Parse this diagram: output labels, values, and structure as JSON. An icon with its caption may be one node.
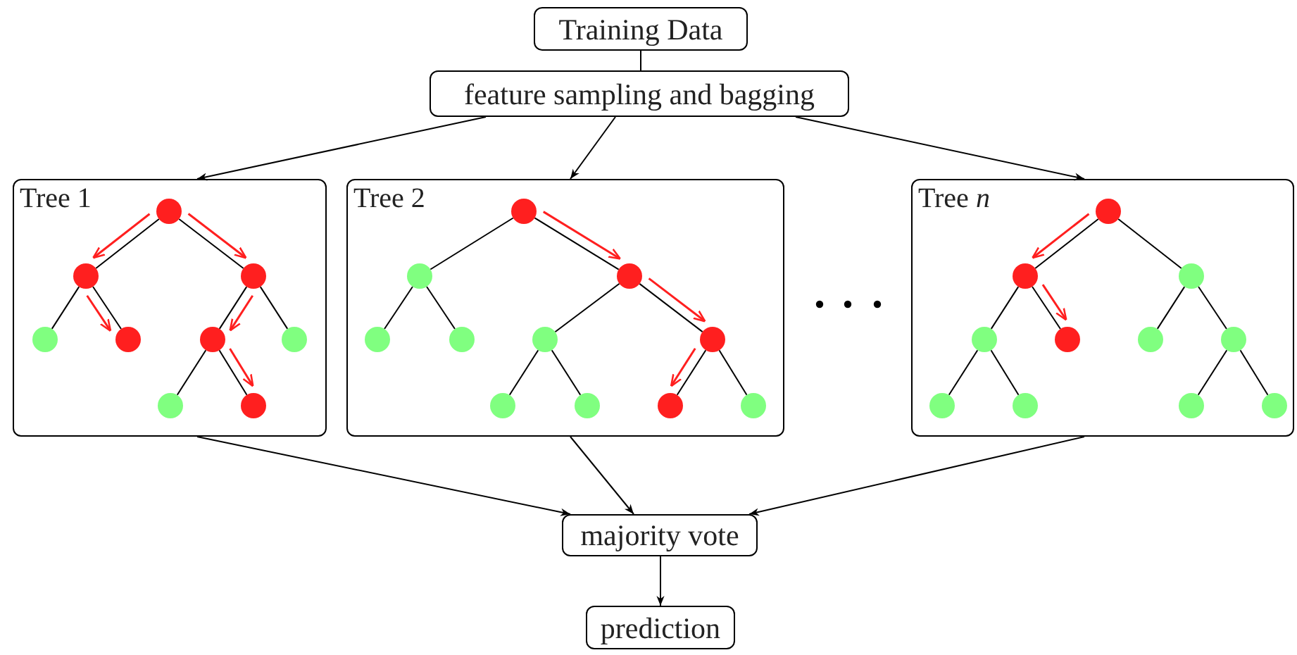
{
  "diagram": {
    "nodes": [
      {
        "text": [
          "Training Data"
        ]
      },
      {
        "text": [
          "feature sampling and bagging"
        ]
      },
      {
        "text": [
          "Tree 1"
        ]
      },
      {
        "text": [
          "Tree 2"
        ]
      },
      {
        "text": [
          "Tree *n*"
        ]
      },
      {
        "text": [
          "majority vote"
        ]
      },
      {
        "text": [
          "prediction"
        ]
      },
      {
        "text": [],
        "shape": "circle",
        "in": 2
      },
      {
        "text": [],
        "shape": "circle",
        "in": 2
      },
      {
        "text": [],
        "shape": "circle",
        "in": 2
      },
      {
        "text": [],
        "shape": "circle",
        "in": 2
      },
      {
        "text": [],
        "shape": "circle",
        "in": 2
      },
      {
        "text": [],
        "shape": "circle",
        "in": 2
      },
      {
        "text": [],
        "shape": "circle",
        "in": 2
      },
      {
        "text": [],
        "shape": "circle",
        "in": 2
      },
      {
        "text": [],
        "shape": "circle",
        "in": 2
      },
      {
        "text": [],
        "shape": "circle",
        "in": 3
      },
      {
        "text": [],
        "shape": "circle",
        "in": 3
      },
      {
        "text": [],
        "shape": "circle",
        "in": 3
      },
      {
        "text": [],
        "shape": "circle",
        "in": 3
      },
      {
        "text": [],
        "shape": "circle",
        "in": 3
      },
      {
        "text": [],
        "shape": "circle",
        "in": 3
      },
      {
        "text": [],
        "shape": "circle",
        "in": 3
      },
      {
        "text": [],
        "shape": "circle",
        "in": 3
      },
      {
        "text": [],
        "shape": "circle",
        "in": 3
      },
      {
        "text": [],
        "shape": "circle",
        "in": 3
      },
      {
        "text": [],
        "shape": "circle",
        "in": 3
      },
      {
        "text": [],
        "shape": "circle",
        "in": 4
      },
      {
        "text": [],
        "shape": "circle",
        "in": 4
      },
      {
        "text": [],
        "shape": "circle",
        "in": 4
      },
      {
        "text": [],
        "shape": "circle",
        "in": 4
      },
      {
        "text": [],
        "shape": "circle",
        "in": 4
      },
      {
        "text": [],
        "shape": "circle",
        "in": 4
      },
      {
        "text": [],
        "shape": "circle",
        "in": 4
      },
      {
        "text": [],
        "shape": "circle",
        "in": 4
      },
      {
        "text": [],
        "shape": "circle",
        "in": 4
      },
      {
        "text": [],
        "shape": "circle",
        "in": 4
      },
      {
        "text": [],
        "shape": "circle",
        "in": 4
      }
    ],
    "edges": [
      {
        "from": 0,
        "to": 1,
        "arrow": "none"
      },
      {
        "from": 1,
        "to": 2,
        "arrow": "to"
      },
      {
        "from": 1,
        "to": 3,
        "arrow": "to"
      },
      {
        "from": 1,
        "to": 4,
        "arrow": "to"
      },
      {
        "from": 2,
        "to": 5,
        "arrow": "to"
      },
      {
        "from": 3,
        "to": 5,
        "arrow": "to"
      },
      {
        "from": 4,
        "to": 5,
        "arrow": "to"
      },
      {
        "from": 5,
        "to": 6,
        "arrow": "to"
      },
      {
        "from": 7,
        "to": 8,
        "arrow": "none"
      },
      {
        "from": 7,
        "to": 9,
        "arrow": "none"
      },
      {
        "from": 8,
        "to": 10,
        "arrow": "none"
      },
      {
        "from": 8,
        "to": 11,
        "arrow": "none"
      },
      {
        "from": 9,
        "to": 12,
        "arrow": "none"
      },
      {
        "from": 9,
        "to": 13,
        "arrow": "none"
      },
      {
        "from": 12,
        "to": 14,
        "arrow": "none"
      },
      {
        "from": 12,
        "to": 15,
        "arrow": "none"
      },
      {
        "from": 16,
        "to": 17,
        "arrow": "none"
      },
      {
        "from": 16,
        "to": 18,
        "arrow": "none"
      },
      {
        "from": 17,
        "to": 19,
        "arrow": "none"
      },
      {
        "from": 17,
        "to": 20,
        "arrow": "none"
      },
      {
        "from": 18,
        "to": 21,
        "arrow": "none"
      },
      {
        "from": 18,
        "to": 22,
        "arrow": "none"
      },
      {
        "from": 21,
        "to": 23,
        "arrow": "none"
      },
      {
        "from": 21,
        "to": 24,
        "arrow": "none"
      },
      {
        "from": 22,
        "to": 25,
        "arrow": "none"
      },
      {
        "from": 22,
        "to": 26,
        "arrow": "none"
      },
      {
        "from": 27,
        "to": 28,
        "arrow": "none"
      },
      {
        "from": 27,
        "to": 29,
        "arrow": "none"
      },
      {
        "from": 28,
        "to": 30,
        "arrow": "none"
      },
      {
        "from": 28,
        "to": 31,
        "arrow": "none"
      },
      {
        "from": 29,
        "to": 32,
        "arrow": "none"
      },
      {
        "from": 29,
        "to": 33,
        "arrow": "none"
      },
      {
        "from": 30,
        "to": 34,
        "arrow": "none"
      },
      {
        "from": 30,
        "to": 35,
        "arrow": "none"
      },
      {
        "from": 33,
        "to": 36,
        "arrow": "none"
      },
      {
        "from": 33,
        "to": 37,
        "arrow": "none"
      },
      {
        "from": 7,
        "to": 8,
        "arrow": "to",
        "color": "#ff1f1f"
      },
      {
        "from": 7,
        "to": 9,
        "arrow": "to",
        "color": "#ff1f1f"
      },
      {
        "from": 8,
        "to": 11,
        "arrow": "to",
        "color": "#ff1f1f"
      },
      {
        "from": 9,
        "to": 12,
        "arrow": "to",
        "color": "#ff1f1f"
      },
      {
        "from": 12,
        "to": 15,
        "arrow": "to",
        "color": "#ff1f1f"
      },
      {
        "from": 16,
        "to": 18,
        "arrow": "to",
        "color": "#ff1f1f"
      },
      {
        "from": 18,
        "to": 22,
        "arrow": "to",
        "color": "#ff1f1f"
      },
      {
        "from": 22,
        "to": 25,
        "arrow": "to",
        "color": "#ff1f1f"
      },
      {
        "from": 27,
        "to": 28,
        "arrow": "to",
        "color": "#ff1f1f"
      },
      {
        "from": 28,
        "to": 31,
        "arrow": "to",
        "color": "#ff1f1f"
      }
    ]
  }
}
